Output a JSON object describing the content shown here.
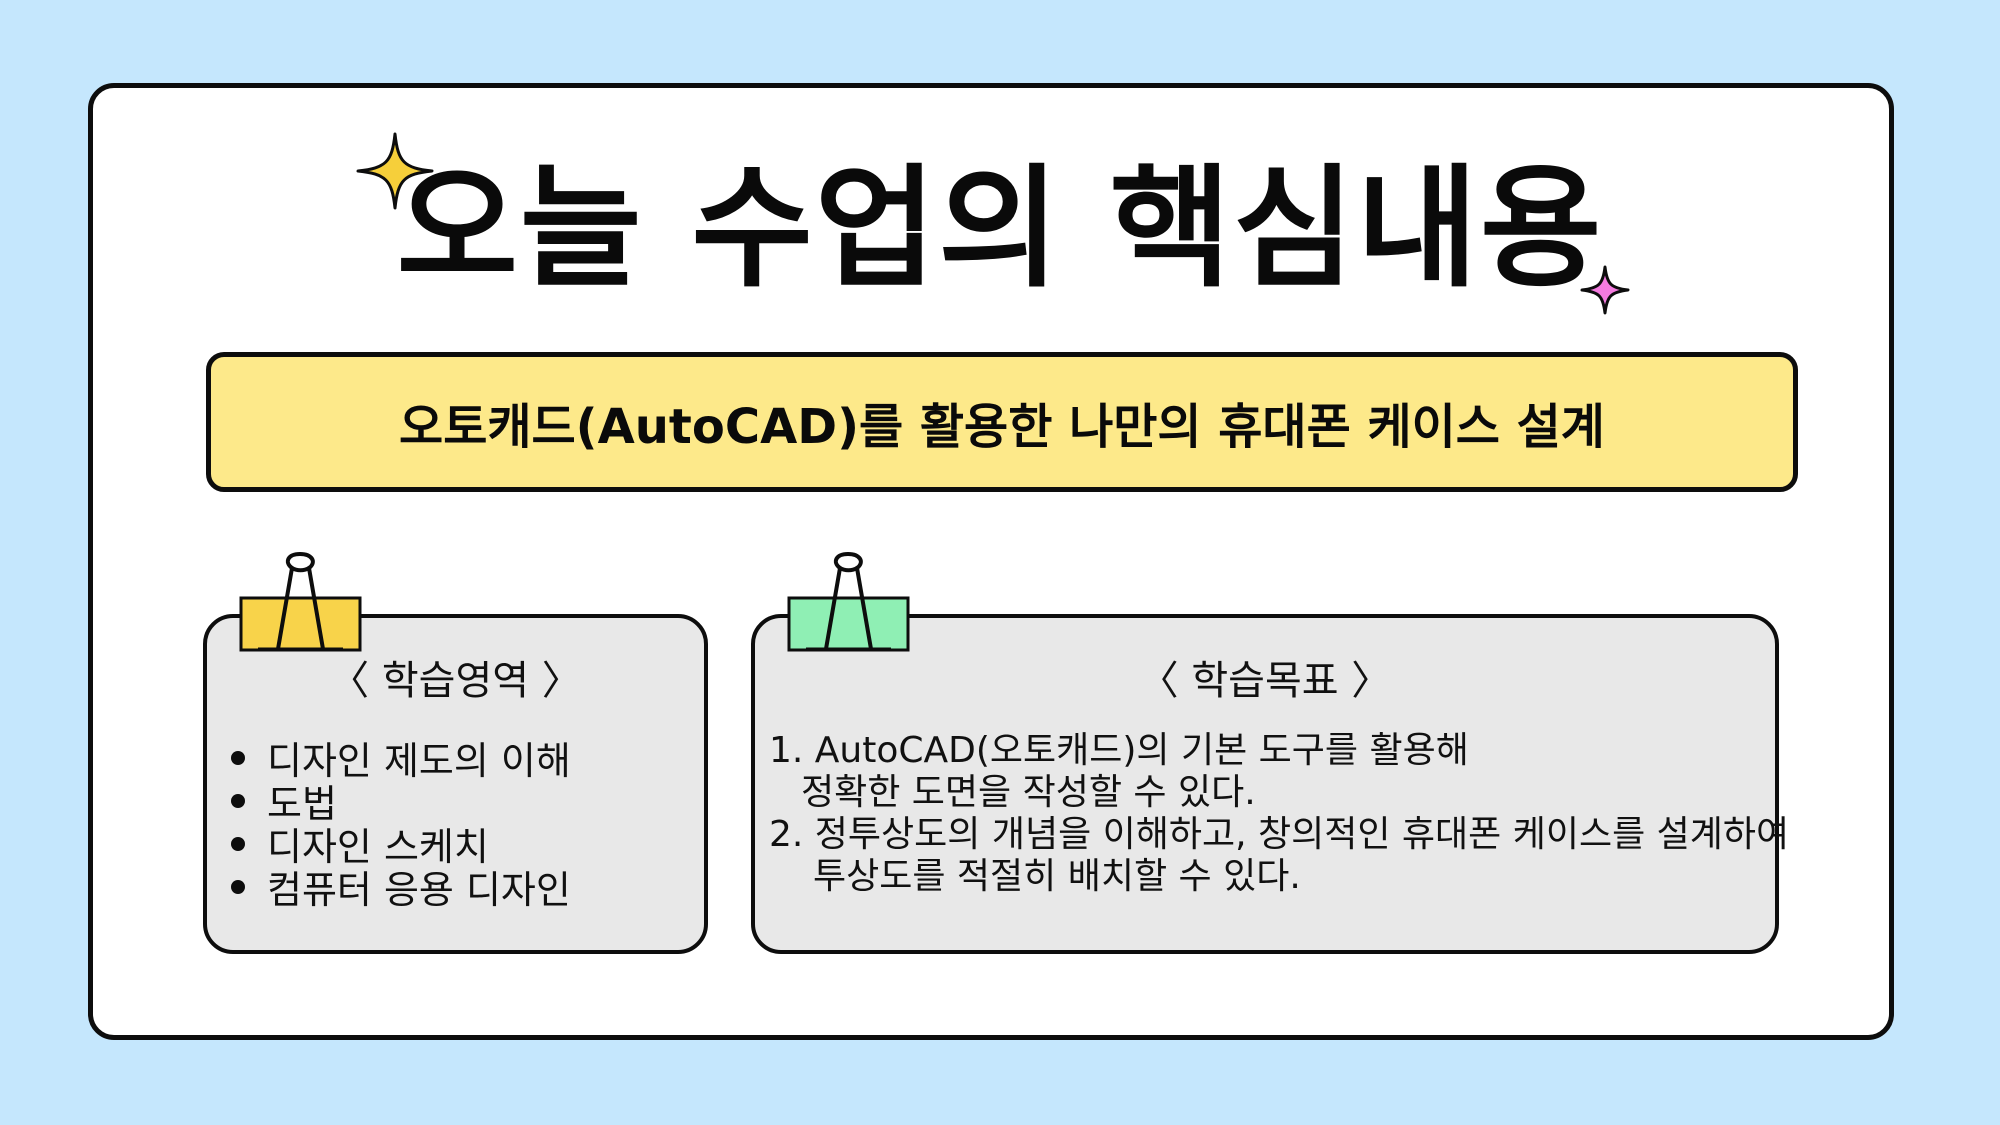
{
  "title": "오늘 수업의 핵심내용",
  "banner": {
    "text": "오토캐드(AutoCAD)를 활용한 나만의 휴대폰 케이스 설계"
  },
  "learning_area": {
    "heading": "〈 학습영역 〉",
    "items": [
      "디자인 제도의 이해",
      "도법",
      "디자인 스케치",
      "컴퓨터 응용 디자인"
    ]
  },
  "learning_goals": {
    "heading": "〈 학습목표 〉",
    "lines": [
      "1. AutoCAD(오토캐드)의 기본 도구를 활용해",
      "정확한 도면을 작성할 수 있다.",
      "2. 정투상도의 개념을 이해하고, 창의적인 휴대폰 케이스를 설계하여",
      "투상도를 적절히 배치할 수 있다."
    ]
  },
  "colors": {
    "background": "#c5e7fd",
    "banner": "#fde98a",
    "clip_yellow": "#f8d34a",
    "clip_green": "#8fefb4",
    "sparkle_yellow": "#f6cf3a",
    "sparkle_pink": "#f57be0"
  },
  "icons": [
    "sparkle-icon",
    "binder-clip-icon"
  ]
}
